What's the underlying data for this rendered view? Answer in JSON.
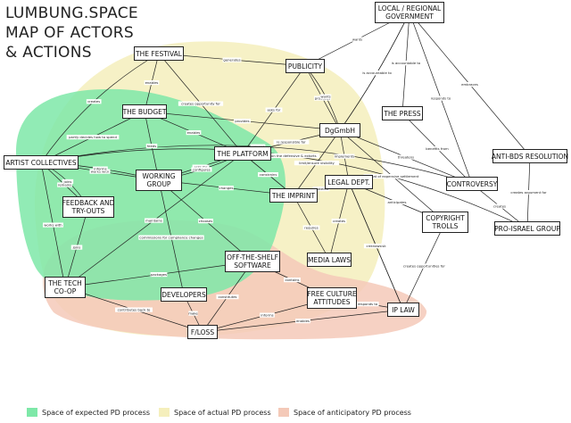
{
  "title": [
    "LUMBUNG.SPACE",
    "MAP OF ACTORS",
    "& ACTIONS"
  ],
  "colors": {
    "expected": "#7ee8a8",
    "actual": "#f5efbc",
    "anticipatory": "#f4c9b8",
    "edge": "#222222"
  },
  "nodes": {
    "festival": "THE FESTIVAL",
    "publicity": "PUBLICITY",
    "government": [
      "LOCAL / REGIONAL",
      "GOVERNMENT"
    ],
    "budget": "THE BUDGET",
    "dggmbh": "DgGmbH",
    "press": "THE PRESS",
    "artist_collectives": "ARTIST COLLECTIVES",
    "platform": "THE PLATFORM",
    "working_group": [
      "WORKING",
      "GROUP"
    ],
    "imprint": "THE IMPRINT",
    "legal_dept": "LEGAL DEPT.",
    "controversy": "CONTROVERSY",
    "anti_bds": "ANTI-BDS RESOLUTION",
    "feedback": [
      "FEEDBACK AND",
      "TRY-OUTS"
    ],
    "copyright_trolls": [
      "COPYRIGHT",
      "TROLLS"
    ],
    "pro_israel": "PRO-ISRAEL GROUP",
    "media_laws": "MEDIA LAWS",
    "tech_coop": [
      "THE TECH",
      "CO-OP"
    ],
    "off_the_shelf": [
      "OFF-THE-SHELF",
      "SOFTWARE"
    ],
    "developers": "DEVELOPERS",
    "free_culture": [
      "FREE CULTURE",
      "ATTITUDES"
    ],
    "ip_law": "IP LAW",
    "floss": "F/LOSS"
  },
  "edge_labels": [
    "wants",
    "generates",
    "enables",
    "produces",
    "creates opportunity for",
    "provides",
    "creates",
    "feeds",
    "partly decides how to spend",
    "asks for",
    "enables",
    "wants",
    "is responsible for",
    "has funds to",
    "is accountable to",
    "is accountable to",
    "responds to",
    "embraces",
    "threatens",
    "benefits from",
    "threat of expensive settlement",
    "limit/ensure visibility",
    "implements",
    "protects",
    "configures",
    "covers",
    "changes",
    "anticipates",
    "creates argument for",
    "creates",
    "works with",
    "remains",
    "informs",
    "joins",
    "works with",
    "joins",
    "maintains",
    "commissions for compliance changes",
    "chooses",
    "constrains",
    "requires",
    "creates",
    "creates risk",
    "knows",
    "creates opportunities for",
    "packages",
    "contains",
    "contributes back to",
    "make",
    "constitutes",
    "informs",
    "enables",
    "responds to",
    "accuses",
    "puts on the defensive & extorts",
    "asks for"
  ],
  "legend": [
    {
      "label": "Space of expected PD process",
      "color": "#7ee8a8"
    },
    {
      "label": "Space of actual PD process",
      "color": "#f5efbc"
    },
    {
      "label": "Space of anticipatory PD process",
      "color": "#f4c9b8"
    }
  ]
}
